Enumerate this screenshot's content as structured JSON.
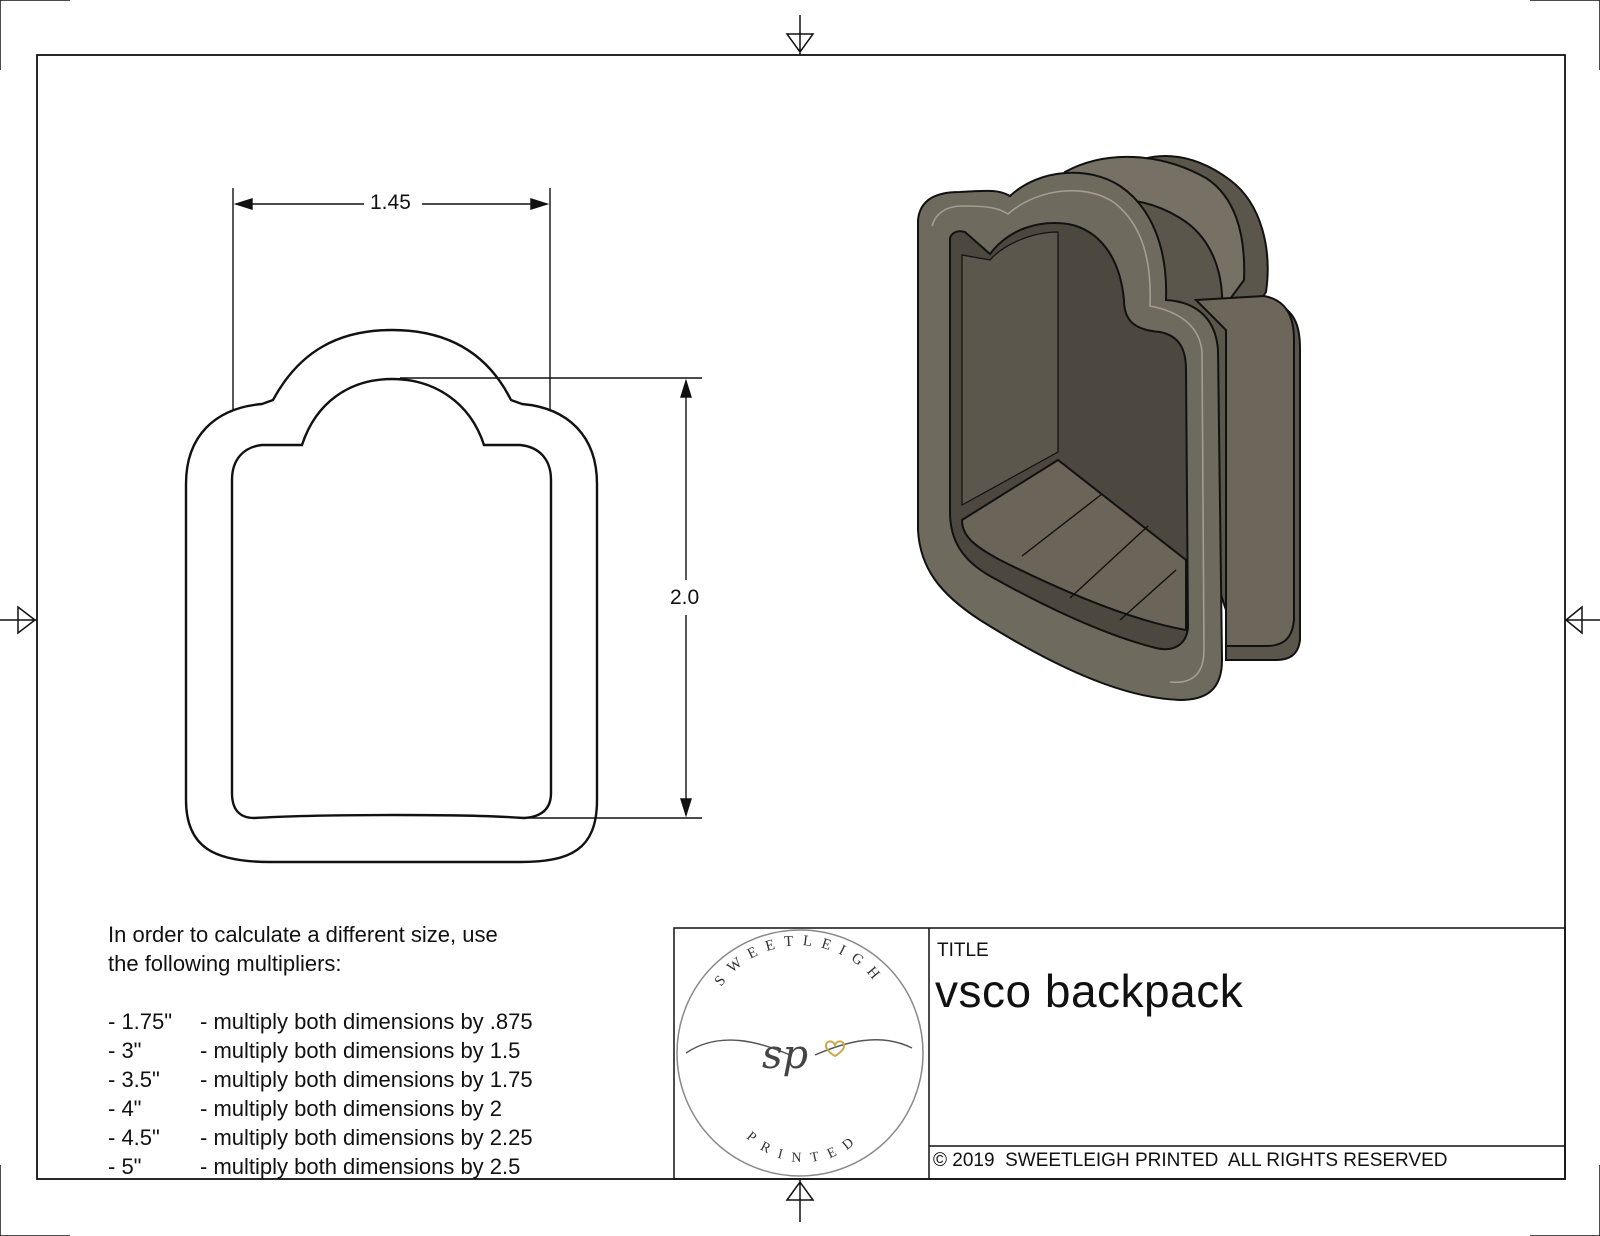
{
  "dimensions": {
    "width": "1.45",
    "height": "2.0"
  },
  "notes": {
    "intro": "In order to calculate a different size, use\nthe following multipliers:",
    "multipliers": [
      {
        "size": "- 1.75\"",
        "text": "- multiply both dimensions by .875"
      },
      {
        "size": "- 3\"",
        "text": "- multiply both dimensions by 1.5"
      },
      {
        "size": "- 3.5\"",
        "text": "- multiply both dimensions by 1.75"
      },
      {
        "size": "- 4\"",
        "text": "- multiply both dimensions by 2"
      },
      {
        "size": "- 4.5\"",
        "text": "- multiply both dimensions by 2.25"
      },
      {
        "size": "- 5\"",
        "text": "- multiply both dimensions by 2.5"
      }
    ]
  },
  "title_block": {
    "label": "TITLE",
    "title": "vsco backpack",
    "copyright": "© 2019  SWEETLEIGH PRINTED  ALL RIGHTS RESERVED"
  },
  "logo": {
    "top_text": "SWEETLEIGH",
    "monogram": "sp",
    "bottom_text": "PRINTED",
    "name": "sweetleigh-printed-logo"
  },
  "colors": {
    "line": "#111111",
    "model": "#6f6a5e",
    "model_dark": "#4c483f",
    "model_light": "#8a8476"
  }
}
